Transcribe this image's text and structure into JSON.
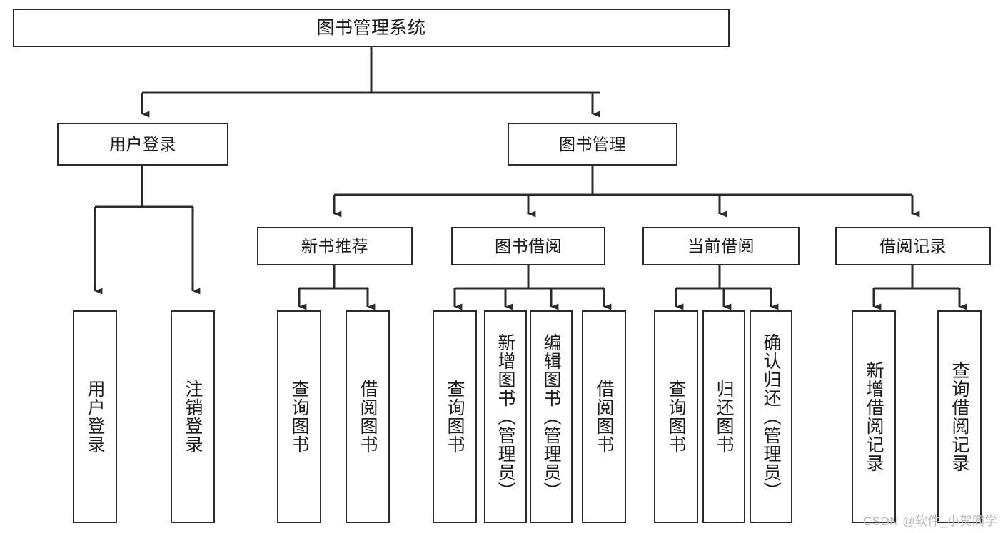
{
  "diagram": {
    "title": "图书管理系统",
    "type": "tree-hierarchy-chart",
    "watermark": "CSDN @软件_小贺同学",
    "colors": {
      "stroke": "#2b2b2b",
      "fill": "#ffffff",
      "text": "#1a1a1a",
      "watermark": "#b8b8b8"
    },
    "nodes": {
      "root": {
        "label": "图书管理系统"
      },
      "level1": [
        {
          "id": "user-login",
          "label": "用户登录"
        },
        {
          "id": "book-manage",
          "label": "图书管理"
        }
      ],
      "level2": [
        {
          "id": "new-book-recommend",
          "label": "新书推荐"
        },
        {
          "id": "book-borrow",
          "label": "图书借阅"
        },
        {
          "id": "current-borrow",
          "label": "当前借阅"
        },
        {
          "id": "borrow-record",
          "label": "借阅记录"
        }
      ],
      "leaves": [
        {
          "id": "leaf-user-login",
          "label": "用户登录",
          "parent": "user-login"
        },
        {
          "id": "leaf-logout",
          "label": "注销登录",
          "parent": "user-login"
        },
        {
          "id": "leaf-query-book-1",
          "label": "查询图书",
          "parent": "new-book-recommend"
        },
        {
          "id": "leaf-borrow-book-1",
          "label": "借阅图书",
          "parent": "new-book-recommend"
        },
        {
          "id": "leaf-query-book-2",
          "label": "查询图书",
          "parent": "book-borrow"
        },
        {
          "id": "leaf-add-book",
          "label": "新增图书（管理员）",
          "parent": "book-borrow"
        },
        {
          "id": "leaf-edit-book",
          "label": "编辑图书（管理员）",
          "parent": "book-borrow"
        },
        {
          "id": "leaf-borrow-book-2",
          "label": "借阅图书",
          "parent": "book-borrow"
        },
        {
          "id": "leaf-query-book-3",
          "label": "查询图书",
          "parent": "current-borrow"
        },
        {
          "id": "leaf-return-book",
          "label": "归还图书",
          "parent": "current-borrow"
        },
        {
          "id": "leaf-confirm-return",
          "label": "确认归还（管理员）",
          "parent": "current-borrow"
        },
        {
          "id": "leaf-add-record",
          "label": "新增借阅记录",
          "parent": "borrow-record"
        },
        {
          "id": "leaf-query-record",
          "label": "查询借阅记录",
          "parent": "borrow-record"
        }
      ]
    }
  }
}
